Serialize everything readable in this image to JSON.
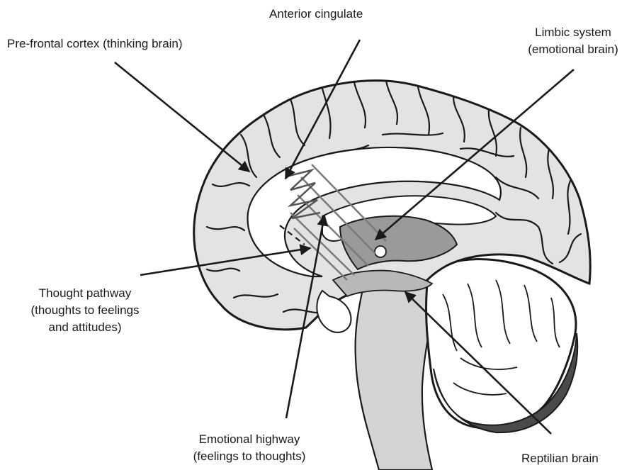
{
  "labels": {
    "anterior_cingulate": "Anterior cingulate",
    "prefrontal_cortex": "Pre-frontal cortex (thinking brain)",
    "limbic_line1": "Limbic system",
    "limbic_line2": "(emotional brain)",
    "thought_line1": "Thought pathway",
    "thought_line2": "(thoughts to feelings",
    "thought_line3": "and attitudes)",
    "emotional_line1": "Emotional highway",
    "emotional_line2": "(feelings to thoughts)",
    "reptilian": "Reptilian brain"
  },
  "colors": {
    "cortex_fill": "#e3e3e3",
    "limbic_fill": "#9a9a9a",
    "brainstem_fill": "#d2d2d2",
    "cerebellum_dark": "#4a4a4a",
    "outline": "#1a1a1a"
  }
}
